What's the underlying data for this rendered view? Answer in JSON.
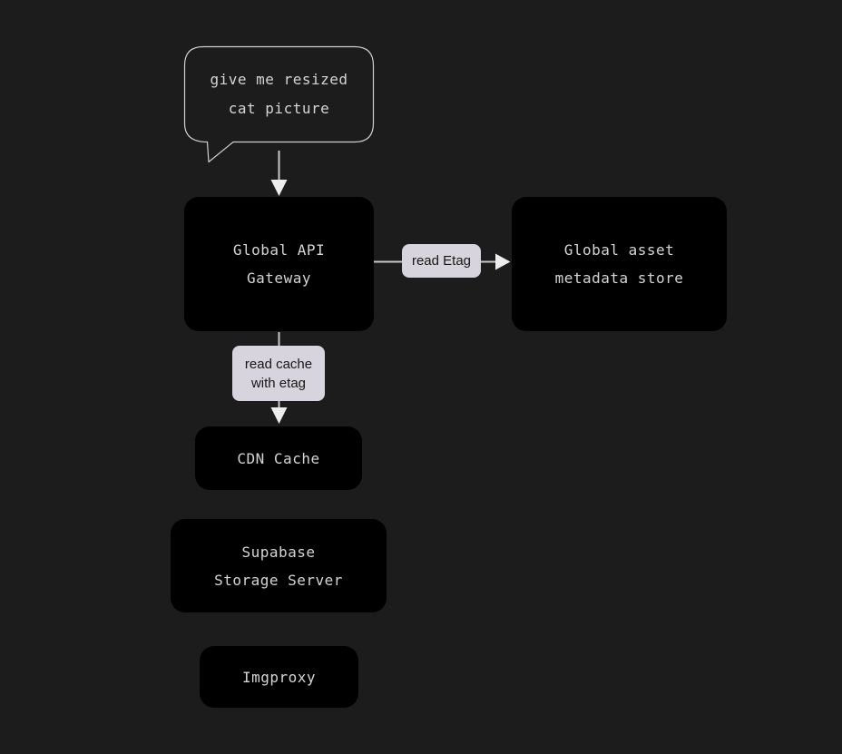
{
  "colors": {
    "background": "#1c1c1c",
    "node_fill": "#000000",
    "node_text": "#d5d5d5",
    "edge_line": "#c9c9c9",
    "arrowhead": "#ededed",
    "edge_label_bg": "#d8d4dd",
    "edge_label_text": "#161616",
    "bubble_outline": "#d0d0d0"
  },
  "diagram": {
    "bubble": {
      "line1": "give me resized",
      "line2": "cat picture"
    },
    "nodes": {
      "gateway": {
        "line1": "Global API",
        "line2": "Gateway"
      },
      "metadata_store": {
        "line1": "Global asset",
        "line2": "metadata store"
      },
      "cdn_cache": {
        "label": "CDN Cache"
      },
      "supabase": {
        "line1": "Supabase",
        "line2": "Storage Server"
      },
      "imgproxy": {
        "label": "Imgproxy"
      }
    },
    "edge_labels": {
      "read_etag": {
        "label": "read Etag"
      },
      "read_cache": {
        "line1": "read cache",
        "line2": "with etag"
      }
    }
  }
}
